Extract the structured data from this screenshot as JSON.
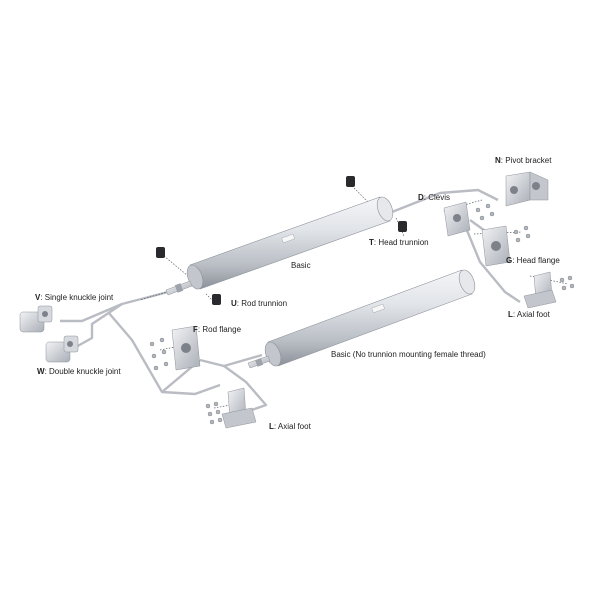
{
  "colors": {
    "background": "#ffffff",
    "connector": "#b9bcc2",
    "connector_edge": "#8e939b",
    "cylinder_light": "#eef0f3",
    "cylinder_mid": "#c9cdd3",
    "cylinder_dark": "#8c9199",
    "steel": "#d8dbe0",
    "black_part": "#2a2a2e",
    "text": "#222222"
  },
  "labels": {
    "pivot_bracket": {
      "code": "N",
      "name": ": Pivot bracket"
    },
    "clevis": {
      "code": "D",
      "name": ": Clevis"
    },
    "head_trunnion": {
      "code": "T",
      "name": ": Head trunnion"
    },
    "head_flange": {
      "code": "G",
      "name": ": Head flange"
    },
    "axial_foot_right": {
      "code": "L",
      "name": ": Axial foot"
    },
    "basic_top": {
      "name": "Basic"
    },
    "rod_trunnion": {
      "code": "U",
      "name": ": Rod trunnion"
    },
    "single_knuckle": {
      "code": "V",
      "name": ": Single knuckle joint"
    },
    "rod_flange": {
      "code": "F",
      "name": ": Rod flange"
    },
    "double_knuckle": {
      "code": "W",
      "name": ": Double knuckle joint"
    },
    "basic_bottom": {
      "name": "Basic (No trunnion mounting female thread)"
    },
    "axial_foot_bottom": {
      "code": "L",
      "name": ": Axial foot"
    }
  }
}
